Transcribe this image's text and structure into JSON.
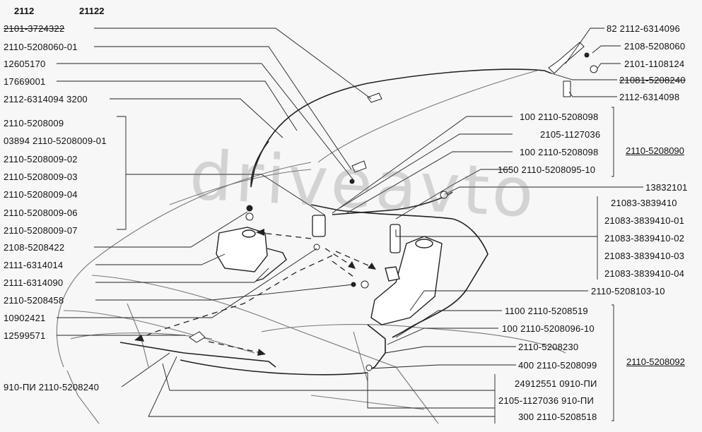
{
  "header": {
    "model_a": "2112",
    "model_b": "21122"
  },
  "watermark": "driveavto",
  "left_labels": [
    "2101-3724322",
    "2110-5208060-01",
    "12605170",
    "17669001",
    "2112-6314094 3200",
    "2110-5208009",
    "03894 2110-5208009-01",
    "2110-5208009-02",
    "2110-5208009-03",
    "2110-5208009-04",
    "2110-5208009-06",
    "2110-5208009-07",
    "2108-5208422",
    "2111-6314014",
    "2111-6314090",
    "2110-5208458",
    "10902421",
    "12599571",
    "910-ПИ 2110-5208240"
  ],
  "right_top_labels": [
    "82 2112-6314096",
    "2108-5208060",
    "2101-1108124",
    "21081-5208240",
    "2112-6314098"
  ],
  "right_mid_labels": [
    "100 2110-5208098",
    "2105-1127036",
    "100 2110-5208098",
    "1650 2110-5208095-10",
    "13832101"
  ],
  "group_5208090": "2110-5208090",
  "right_3839410_labels": [
    "21083-3839410",
    "21083-3839410-01",
    "21083-3839410-02",
    "21083-3839410-03",
    "21083-3839410-04"
  ],
  "label_5208103": "2110-5208103-10",
  "right_low_labels": [
    "1100 2110-5208519",
    "100 2110-5208096-10",
    "2110-5208230",
    "400 2110-5208099",
    "24912551 0910-ПИ",
    "2105-1127036 910-ПИ",
    "300 2110-5208518"
  ],
  "group_5208092": "2110-5208092"
}
